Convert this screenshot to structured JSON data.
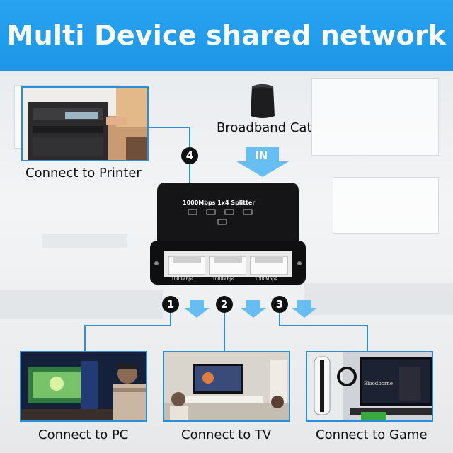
{
  "banner": {
    "title": "Multi Device shared network"
  },
  "modem": {
    "caption": "Broadband Cat",
    "in_label": "IN"
  },
  "printer": {
    "caption": "Connect to Printer",
    "badge": "4"
  },
  "splitter": {
    "title": "1000Mbps 1x4 Splitter",
    "ports": [
      {
        "speed": "1000Mbps",
        "badge": "1"
      },
      {
        "speed": "1000Mbps",
        "badge": "2"
      },
      {
        "speed": "1000Mbps",
        "badge": "3"
      }
    ]
  },
  "outputs": [
    {
      "caption": "Connect to PC"
    },
    {
      "caption": "Connect to TV"
    },
    {
      "caption": "Connect to Game"
    }
  ],
  "game_screen_text": "Bloodborne",
  "colors": {
    "banner": "#1e96e8",
    "connector": "#2a8ed8",
    "arrow": "#4fb5f2"
  }
}
